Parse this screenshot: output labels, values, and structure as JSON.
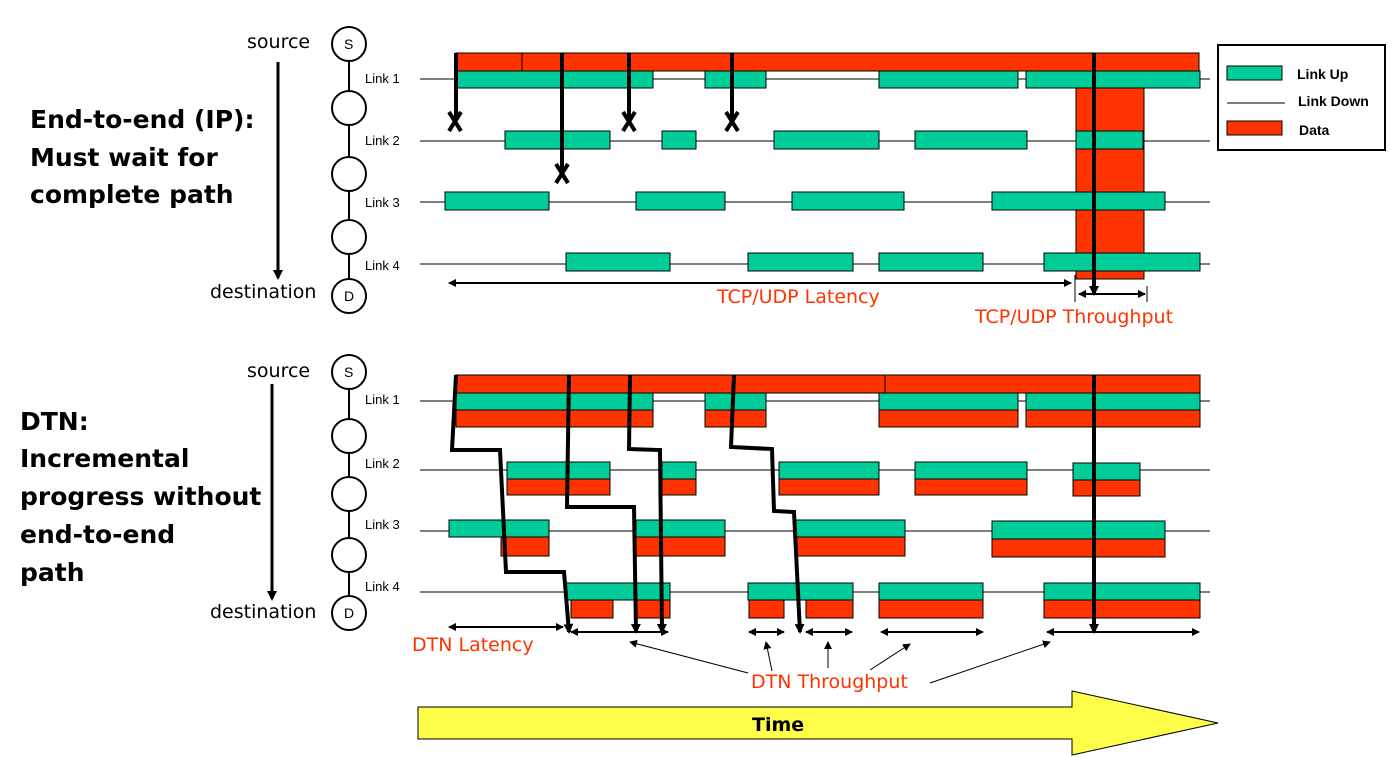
{
  "colors": {
    "link_up": "#00cc99",
    "data": "#ff3300",
    "line": "#000000",
    "time_arrow": "#fdfd4a"
  },
  "top": {
    "title_lines": [
      "End-to-end (IP):",
      "Must wait for",
      "complete path"
    ],
    "source": "source",
    "destination": "destination",
    "source_node": "S",
    "dest_node": "D",
    "links": [
      "Link 1",
      "Link 2",
      "Link 3",
      "Link 4"
    ],
    "latency_label": "TCP/UDP Latency",
    "throughput_label": "TCP/UDP Throughput"
  },
  "bottom": {
    "title_lines": [
      "DTN:",
      "Incremental",
      "progress without",
      "end-to-end",
      "path"
    ],
    "source": "source",
    "destination": "destination",
    "source_node": "S",
    "dest_node": "D",
    "links": [
      "Link 1",
      "Link 2",
      "Link 3",
      "Link 4"
    ],
    "latency_label": "DTN Latency",
    "throughput_label": "DTN Throughput"
  },
  "legend": {
    "items": [
      {
        "label": "Link Up",
        "icon": "green-rect"
      },
      {
        "label": "Link Down",
        "icon": "thin-line"
      },
      {
        "label": "Data",
        "icon": "red-rect"
      }
    ]
  },
  "time_label": "Time"
}
